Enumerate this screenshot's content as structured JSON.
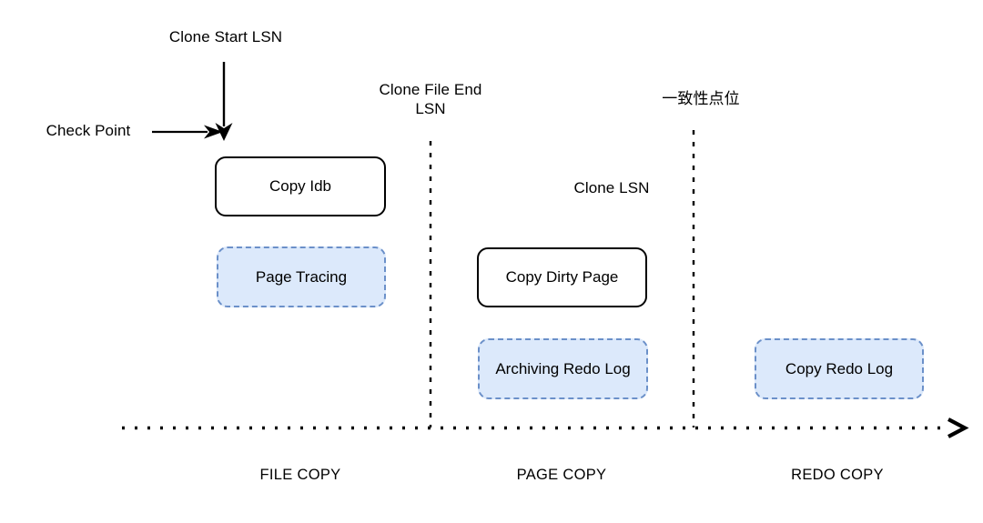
{
  "diagram": {
    "title_labels": {
      "clone_start_lsn": "Clone Start LSN",
      "check_point": "Check Point",
      "clone_file_end_lsn": "Clone File End\nLSN",
      "consistency_point": "一致性点位",
      "clone_lsn": "Clone LSN"
    },
    "nodes": [
      {
        "id": "copy-idb",
        "label": "Copy Idb",
        "style": "solid"
      },
      {
        "id": "page-tracing",
        "label": "Page Tracing",
        "style": "dashed"
      },
      {
        "id": "copy-dirty-page",
        "label": "Copy Dirty Page",
        "style": "solid"
      },
      {
        "id": "archiving-redo-log",
        "label": "Archiving Redo Log",
        "style": "dashed"
      },
      {
        "id": "copy-redo-log",
        "label": "Copy Redo Log",
        "style": "dashed"
      }
    ],
    "phases": [
      {
        "id": "file-copy",
        "label": "FILE COPY"
      },
      {
        "id": "page-copy",
        "label": "PAGE COPY"
      },
      {
        "id": "redo-copy",
        "label": "REDO COPY"
      }
    ],
    "colors": {
      "node_fill_dashed": "#dce9fb",
      "node_border_dashed": "#6b90c9",
      "node_border_solid": "#000000",
      "line": "#000000",
      "background": "#ffffff"
    }
  }
}
